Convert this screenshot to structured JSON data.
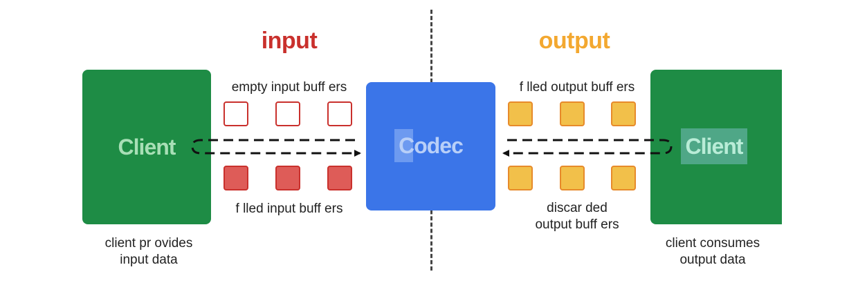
{
  "headings": {
    "input": "input",
    "output": "output"
  },
  "colors": {
    "client_green": "#1e8c45",
    "codec_blue": "#3b75e8",
    "input_red": "#c9302c",
    "filled_input_red": "#de5c58",
    "output_orange": "#f3a830",
    "output_yellow": "#f2c04a"
  },
  "left_client": {
    "label": "Client",
    "caption": "client pr ovides\ninput data"
  },
  "right_client": {
    "label": "Client",
    "caption": "client consumes\noutput data"
  },
  "codec": {
    "label": "Codec"
  },
  "input_side": {
    "empty_caption": "empty input buff ers",
    "filled_caption": "f lled input buff ers",
    "empty_buffers": 3,
    "filled_buffers": 3
  },
  "output_side": {
    "filled_caption": "f lled output buff ers",
    "discarded_caption": "discar ded\noutput buff ers",
    "filled_buffers": 3,
    "discarded_buffers": 3
  }
}
